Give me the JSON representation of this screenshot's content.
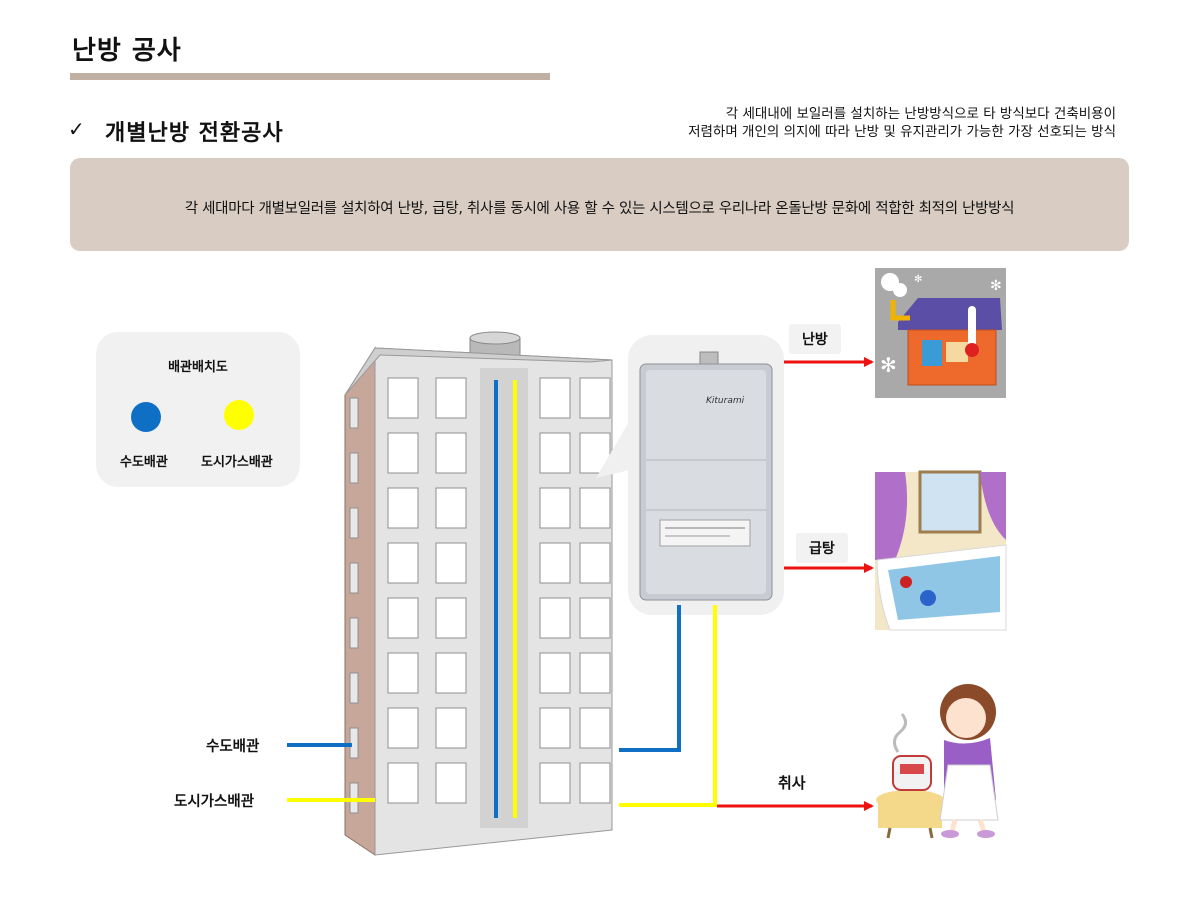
{
  "page_title": "난방 공사",
  "section": {
    "check": "✓",
    "title": "개별난방 전환공사",
    "description_lines": [
      "각 세대내에 보일러를 설치하는 난방방식으로 타 방식보다 건축비용이",
      "저렴하며 개인의 의지에 따라 난방 및 유지관리가 가능한 가장 선호되는 방식"
    ]
  },
  "banner": "각 세대마다 개별보일러를 설치하여 난방, 급탕, 취사를 동시에 사용 할 수 있는 시스템으로 우리나라 온돌난방 문화에 적합한 최적의 난방방식",
  "legend": {
    "title": "배관배치도",
    "items": [
      {
        "label": "수도배관",
        "color": "#0f6fc5"
      },
      {
        "label": "도시가스배관",
        "color": "#ffff00"
      }
    ]
  },
  "pipe_labels": {
    "water": "수도배관",
    "gas": "도시가스배관"
  },
  "boiler_brand": "Kiturami",
  "outputs": [
    {
      "label": "난방"
    },
    {
      "label": "급탕"
    },
    {
      "label": "취사"
    }
  ],
  "colors": {
    "water_pipe": "#0f6fc5",
    "gas_pipe": "#ffff00",
    "arrow": "#ee1111",
    "banner_bg": "#d9cdc3",
    "title_bar": "#bfb0a3"
  }
}
